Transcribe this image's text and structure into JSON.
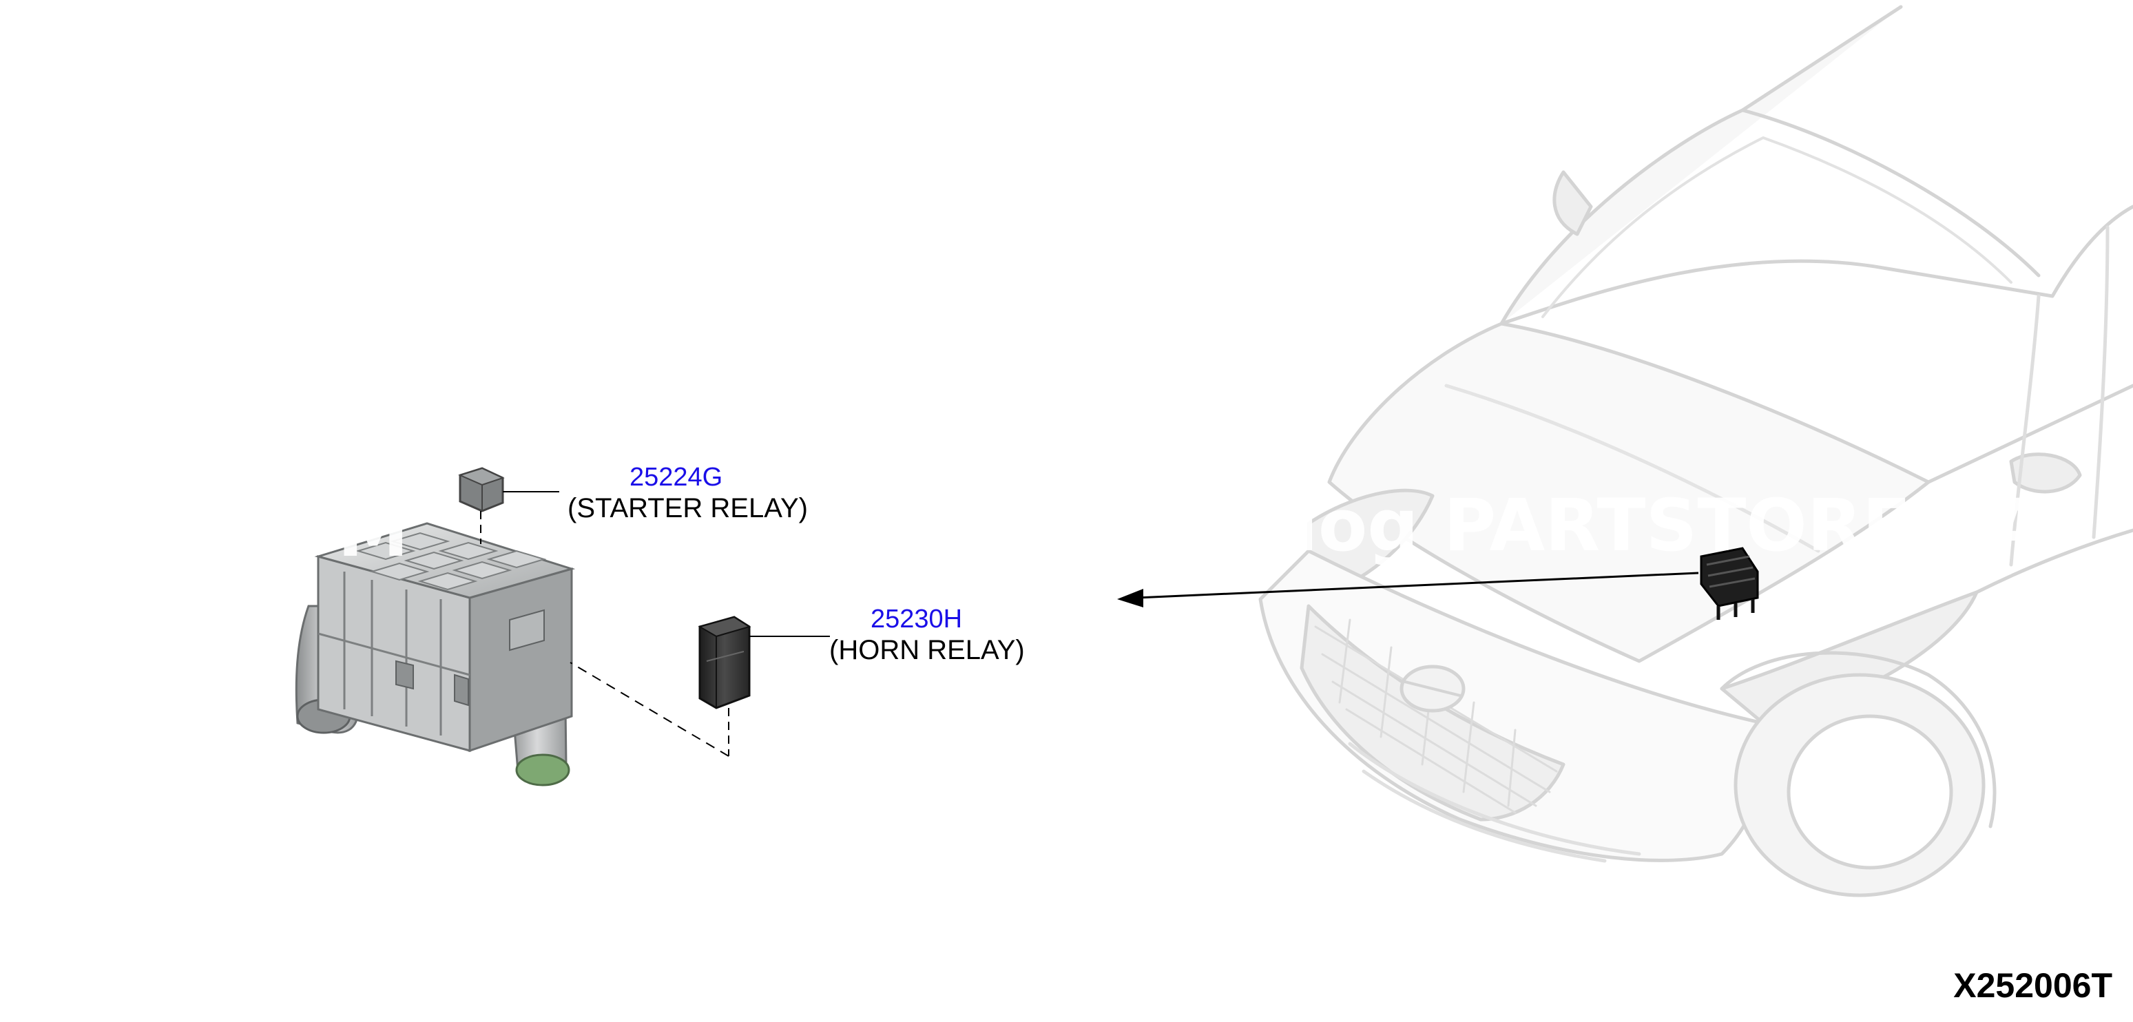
{
  "watermark": {
    "left_fragment": "M",
    "right_text": "alog PARTSTORE.SA"
  },
  "parts": [
    {
      "number": "25224G",
      "name": "(STARTER RELAY)"
    },
    {
      "number": "25230H",
      "name": "(HORN RELAY)"
    }
  ],
  "diagram_code": "X252006T",
  "colors": {
    "part_number": "#1a0ee8",
    "label_text": "#000000",
    "car_outline": "#d6d6d6",
    "relay_dark": "#2b2b2b",
    "fuse_box": "#b9bcbd"
  },
  "icons": {
    "vehicle": "car-front-view-icon",
    "fuse_box": "relay-box-icon",
    "relay": "relay-icon"
  }
}
